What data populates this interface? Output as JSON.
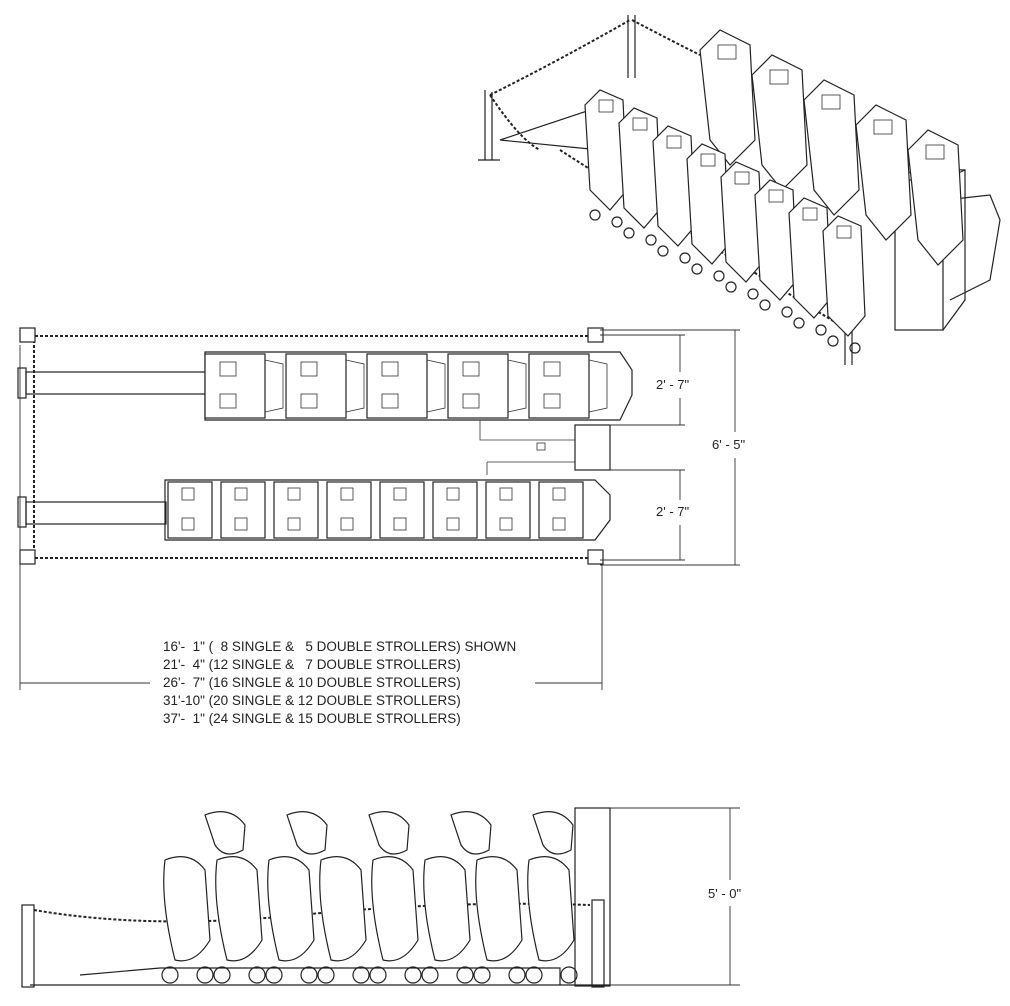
{
  "dimensions": {
    "top_row_depth": "2' - 7\"",
    "bottom_row_depth": "2' - 7\"",
    "overall_depth": "6' - 5\"",
    "height": "5' - 0\""
  },
  "length_options": [
    "16'-  1\" (  8 SINGLE &   5 DOUBLE STROLLERS) SHOWN",
    "21'-  4\" (12 SINGLE &   7 DOUBLE STROLLERS)",
    "26'-  7\" (16 SINGLE & 10 DOUBLE STROLLERS)",
    "31'-10\" (20 SINGLE & 12 DOUBLE STROLLERS)",
    "37'-  1\" (24 SINGLE & 15 DOUBLE STROLLERS)"
  ],
  "shown": {
    "single_strollers": 8,
    "double_strollers": 5
  }
}
